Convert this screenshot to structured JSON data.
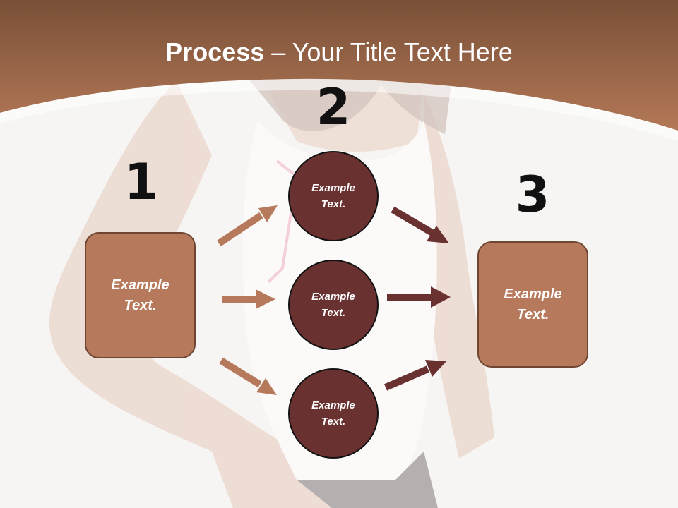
{
  "title": {
    "bold": "Process",
    "rest": " – Your Title Text Here"
  },
  "steps": [
    {
      "number": "1",
      "text": "Example Text."
    },
    {
      "number": "2",
      "items": [
        "Example Text.",
        "Example Text.",
        "Example Text."
      ]
    },
    {
      "number": "3",
      "text": "Example Text."
    }
  ],
  "colors": {
    "header_top": "#7a5038",
    "header_bottom": "#b07552",
    "box_fill": "#b7795b",
    "circle_fill": "#6a3131",
    "arrow_light": "#b7795b",
    "arrow_dark": "#6a3131"
  },
  "background": {
    "image": "woman in white tank top, hands on hips (faded photo)"
  }
}
